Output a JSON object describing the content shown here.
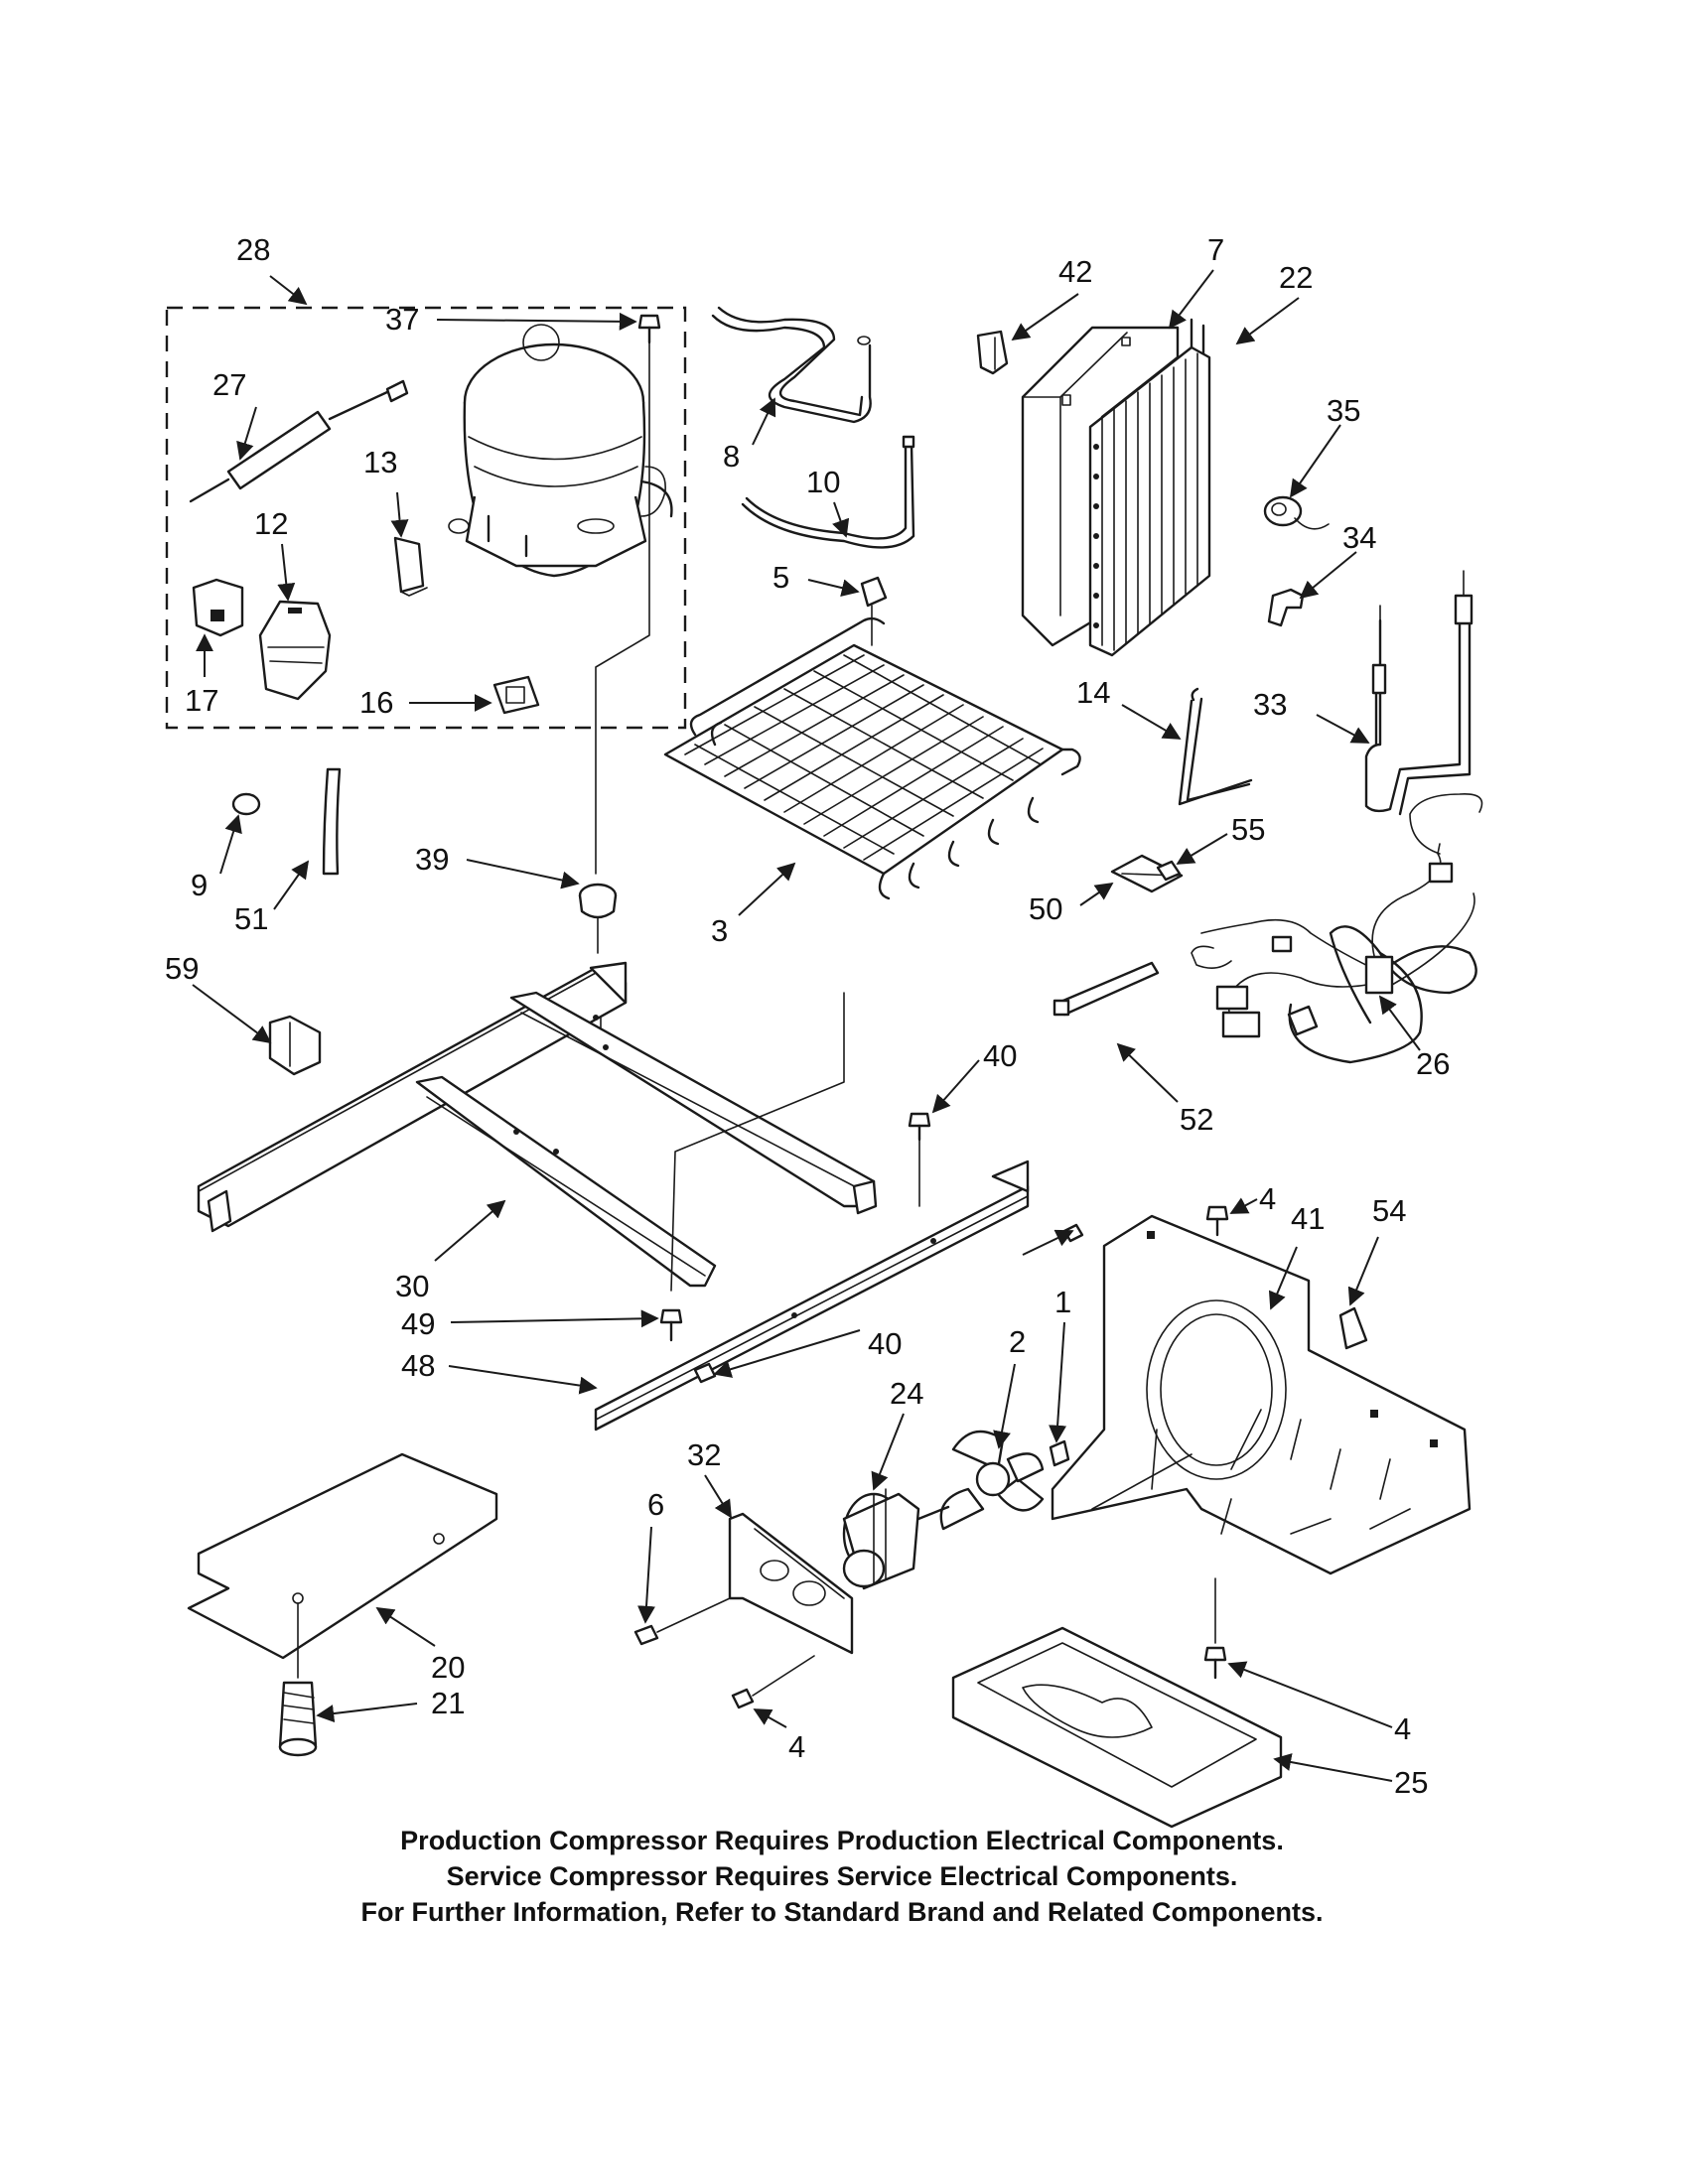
{
  "callouts": {
    "c28": "28",
    "c37": "37",
    "c27": "27",
    "c13": "13",
    "c12": "12",
    "c17": "17",
    "c16": "16",
    "c8": "8",
    "c10": "10",
    "c5": "5",
    "c42": "42",
    "c7": "7",
    "c22": "22",
    "c35": "35",
    "c34": "34",
    "c14": "14",
    "c33": "33",
    "c55": "55",
    "c50": "50",
    "c9": "9",
    "c51": "51",
    "c39": "39",
    "c3": "3",
    "c59": "59",
    "c26": "26",
    "c52": "52",
    "c40a": "40",
    "c40b": "40",
    "c4a": "4",
    "c41": "41",
    "c54": "54",
    "c30": "30",
    "c49": "49",
    "c48": "48",
    "c2": "2",
    "c1": "1",
    "c24": "24",
    "c32": "32",
    "c6": "6",
    "c20": "20",
    "c21": "21",
    "c4b": "4",
    "c4c": "4",
    "c25": "25"
  },
  "notes": [
    "Production Compressor Requires Production Electrical Components.",
    "Service Compressor Requires Service Electrical Components.",
    "For Further Information, Refer to Standard Brand and Related Components."
  ]
}
